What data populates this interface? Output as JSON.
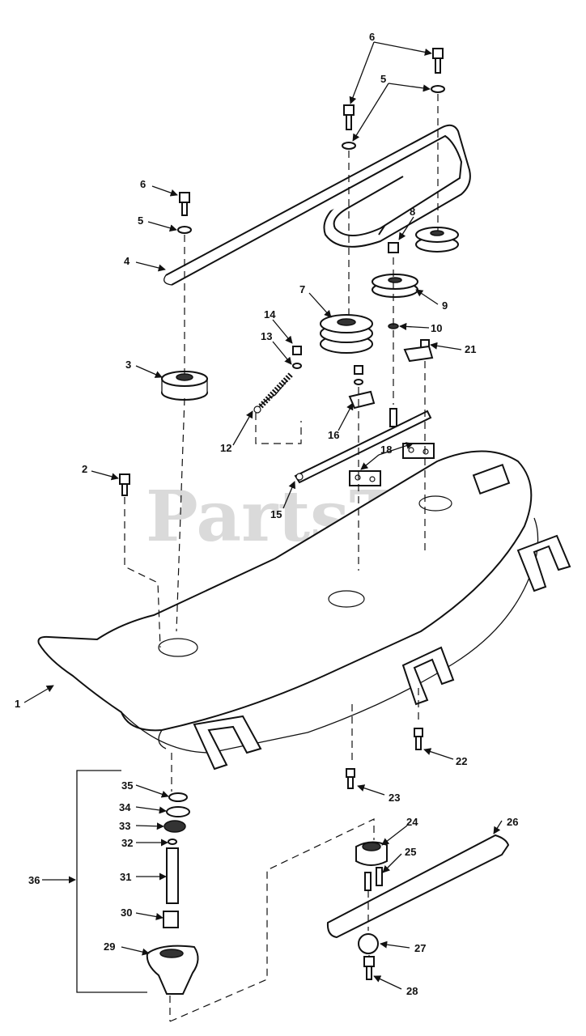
{
  "watermark": "PartsTree",
  "callouts": [
    "1",
    "2",
    "3",
    "4",
    "5",
    "5",
    "6",
    "6",
    "7",
    "8",
    "9",
    "10",
    "12",
    "13",
    "14",
    "15",
    "16",
    "18",
    "21",
    "22",
    "23",
    "24",
    "25",
    "26",
    "27",
    "28",
    "29",
    "30",
    "31",
    "32",
    "33",
    "34",
    "35",
    "36"
  ],
  "colors": {
    "ink": "#111111",
    "paper": "#ffffff",
    "watermark": "#bdbdbd"
  }
}
